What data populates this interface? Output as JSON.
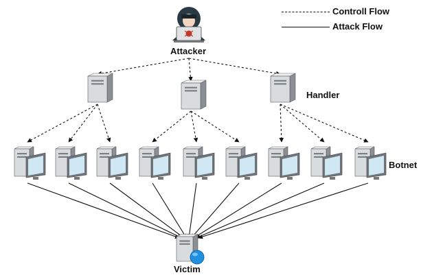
{
  "legend": {
    "control_label": "Controll Flow",
    "attack_label": "Attack Flow"
  },
  "nodes": {
    "attacker_label": "Attacker",
    "handler_label": "Handler",
    "botnet_label": "Botnet",
    "victim_label": "Victim"
  },
  "colors": {
    "line": "#111111",
    "server_light": "#d9dcdf",
    "server_dark": "#8a8f95",
    "monitor_screen": "#cfe8f4",
    "globe": "#1f8fe0",
    "hacker_hood": "#2a3a45",
    "hacker_laptop": "#dfe3e6",
    "bug": "#c0392b"
  },
  "icons": {
    "attacker": "hacker-icon",
    "handler": "server-icon",
    "bot": "server-with-monitor-icon",
    "victim": "server-with-globe-icon"
  }
}
